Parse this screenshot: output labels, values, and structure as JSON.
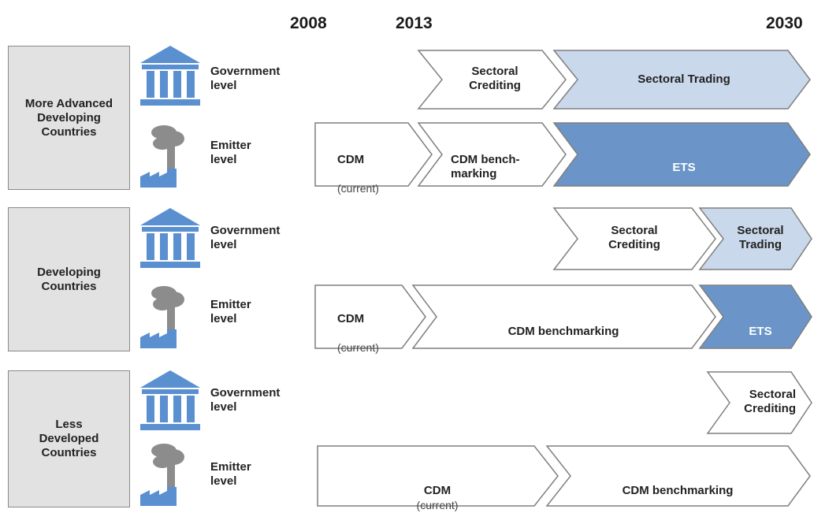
{
  "years": [
    "2008",
    "2013",
    "2030"
  ],
  "groups": [
    {
      "name": "More Advanced\nDeveloping\nCountries",
      "government_label": "Government\nlevel",
      "emitter_label": "Emitter\nlevel"
    },
    {
      "name": "Developing\nCountries",
      "government_label": "Government\nlevel",
      "emitter_label": "Emitter\nlevel"
    },
    {
      "name": "Less\nDeveloped\nCountries",
      "government_label": "Government\nlevel",
      "emitter_label": "Emitter\nlevel"
    }
  ],
  "arrows": {
    "g1_gov": [
      "Sectoral\nCrediting",
      "Sectoral Trading"
    ],
    "g1_emit": [
      {
        "main": "CDM",
        "sub": "(current)"
      },
      {
        "main": "CDM bench-\nmarking",
        "sub": ""
      },
      {
        "main": "ETS",
        "sub": ""
      }
    ],
    "g2_gov": [
      "Sectoral\nCrediting",
      "Sectoral\nTrading"
    ],
    "g2_emit": [
      {
        "main": "CDM",
        "sub": "(current)"
      },
      {
        "main": "CDM benchmarking",
        "sub": ""
      },
      {
        "main": "ETS",
        "sub": ""
      }
    ],
    "g3_gov": [
      "Sectoral\nCrediting"
    ],
    "g3_emit": [
      {
        "main": "CDM",
        "sub": "(current)"
      },
      {
        "main": "CDM benchmarking",
        "sub": ""
      }
    ]
  },
  "colors": {
    "white_fill": "#ffffff",
    "light_blue": "#c9d8ea",
    "dark_blue": "#6b95c8",
    "outline": "#7f7f7f",
    "icon_blue": "#5a8fd0",
    "smoke_gray": "#8c8c8c"
  },
  "icons": {
    "government": "government-building-icon",
    "emitter": "factory-emission-icon"
  }
}
